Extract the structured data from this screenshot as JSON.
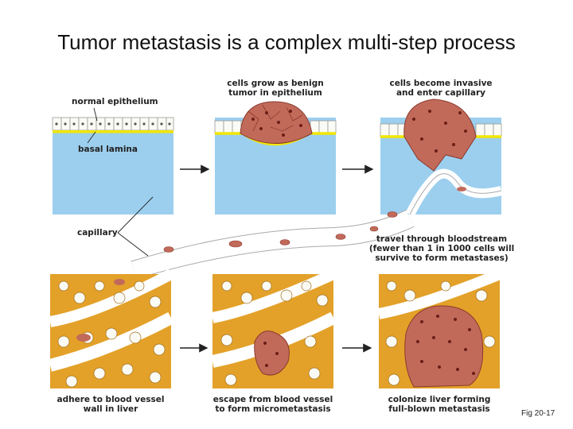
{
  "title": "Tumor metastasis is a complex multi-step process",
  "labels": {
    "normal_epithelium": "normal epithelium",
    "basal_lamina": "basal lamina",
    "capillary": "capillary",
    "benign_tumor": "cells grow as benign\ntumor in epithelium",
    "invasive": "cells become invasive\nand enter capillary",
    "bloodstream": "travel through bloodstream\n(fewer than 1 in 1000 cells will\nsurvive to form metastases)",
    "adhere": "adhere to blood vessel\nwall in liver",
    "escape": "escape from blood vessel\nto form micrometastasis",
    "colonize": "colonize liver forming\nfull-blown metastasis"
  },
  "figure_ref": "Fig 20-17",
  "colors": {
    "lumen": "#9ccfee",
    "basal_lamina": "#f2e600",
    "tumor_cell": "#c26a5a",
    "tumor_nucleus": "#6b1e15",
    "liver_matrix": "#e3a129",
    "epithelial_cell": "#fbfbf5"
  }
}
